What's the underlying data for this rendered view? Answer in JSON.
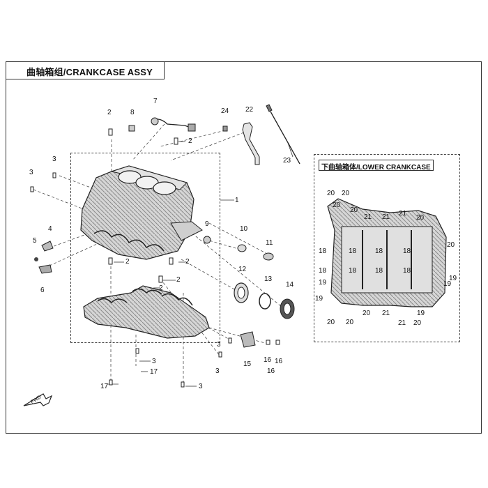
{
  "title": "曲轴箱组/CRANKCASE ASSY",
  "subassembly_title": "下曲轴箱体/LOWER CRANKCASE",
  "fwd_label": "FWD",
  "callouts_main": [
    "1",
    "2",
    "2",
    "2",
    "2",
    "2",
    "2",
    "3",
    "3",
    "3",
    "3",
    "3",
    "3",
    "4",
    "5",
    "6",
    "7",
    "8",
    "9",
    "10",
    "11",
    "12",
    "13",
    "14",
    "15",
    "16",
    "16",
    "16",
    "17",
    "17",
    "22",
    "23",
    "24"
  ],
  "callouts_lower": [
    "20",
    "20",
    "20",
    "20",
    "21",
    "21",
    "21",
    "20",
    "18",
    "18",
    "18",
    "18",
    "20",
    "18",
    "18",
    "18",
    "18",
    "19",
    "19",
    "19",
    "20",
    "20",
    "20",
    "21",
    "21",
    "20",
    "19",
    "19"
  ],
  "colors": {
    "line": "#222222",
    "fill_light": "#e8e8e8",
    "fill_mid": "#bdbdbd",
    "fill_dark": "#6e6e6e"
  }
}
